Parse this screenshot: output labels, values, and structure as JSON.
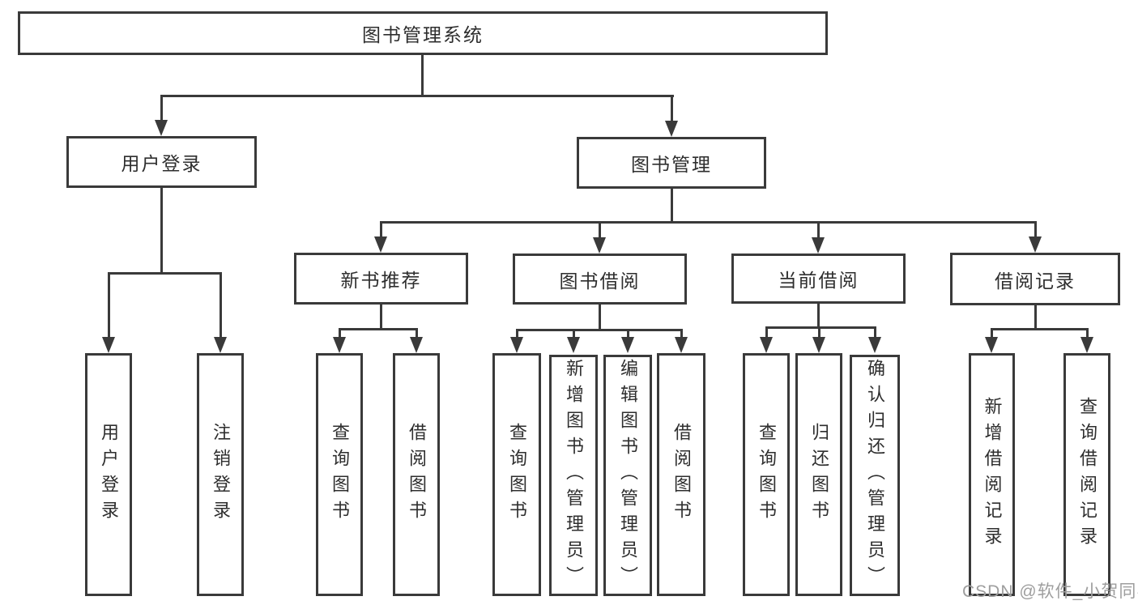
{
  "diagram_title": "图书管理系统",
  "tree": {
    "root": "图书管理系统",
    "children": [
      {
        "label": "用户登录",
        "children": [
          "用户登录",
          "注销登录"
        ]
      },
      {
        "label": "图书管理",
        "children": [
          {
            "label": "新书推荐",
            "children": [
              "查询图书",
              "借阅图书"
            ]
          },
          {
            "label": "图书借阅",
            "children": [
              "查询图书",
              "新增图书（管理员）",
              "编辑图书（管理员）",
              "借阅图书"
            ]
          },
          {
            "label": "当前借阅",
            "children": [
              "查询图书",
              "归还图书",
              "确认归还（管理员）"
            ]
          },
          {
            "label": "借阅记录",
            "children": [
              "新增借阅记录",
              "查询借阅记录"
            ]
          }
        ]
      }
    ]
  },
  "watermark": {
    "text": "CSDN @软件_小贺同学"
  },
  "colors": {
    "line": "#3a3a3a",
    "text": "#2e2e2e",
    "background": "#ffffff",
    "watermark": "#9e9e9e"
  }
}
